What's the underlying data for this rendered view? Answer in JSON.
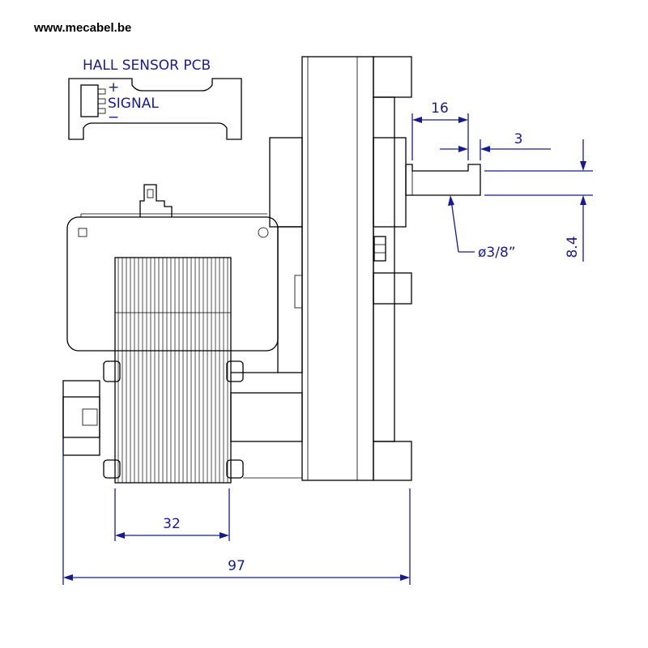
{
  "website": "www.mecabel.be",
  "pcb": {
    "title": "HALL SENSOR PCB",
    "pin_plus": "+",
    "pin_signal": "SIGNAL",
    "pin_minus": "−"
  },
  "dimensions": {
    "shaft_length": "16",
    "flat_offset": "3",
    "shaft_diameter": "ø3/8”",
    "flat_height": "8.4",
    "coil_width": "32",
    "total_width": "97"
  },
  "colors": {
    "line": "#000000",
    "dimension": "#1a1a8c",
    "background": "#ffffff"
  }
}
